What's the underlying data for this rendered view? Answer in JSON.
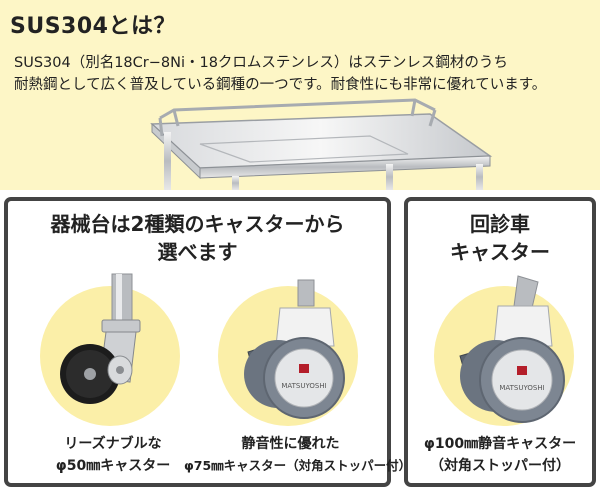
{
  "banner": {
    "title": "SUS304とは？",
    "line1": "SUS304（別名18Cr−8Ni・18クロムステンレス）はステンレス鋼材のうち",
    "line2": "耐熱鋼として広く普及している鋼種の一つです。耐食性にも非常に優れています。"
  },
  "left_panel": {
    "heading_line1": "器械台は2種類のキャスターから",
    "heading_line2": "選べます",
    "caster_a": {
      "line1": "リーズナブルな",
      "line2": "φ50㎜キャスター"
    },
    "caster_b": {
      "line1": "静音性に優れた",
      "line2": "φ75㎜キャスター（対角ストッパー付）",
      "brand": "MATSUYOSHI"
    }
  },
  "right_panel": {
    "heading_line1": "回診車",
    "heading_line2": "キャスター",
    "caster_c": {
      "line1": "φ100㎜静音キャスター",
      "line2": "（対角ストッパー付）",
      "brand": "MATSUYOSHI"
    }
  },
  "colors": {
    "banner_bg": "#fdf6c6",
    "circle_bg": "#fbefa8",
    "panel_border": "#444444"
  }
}
